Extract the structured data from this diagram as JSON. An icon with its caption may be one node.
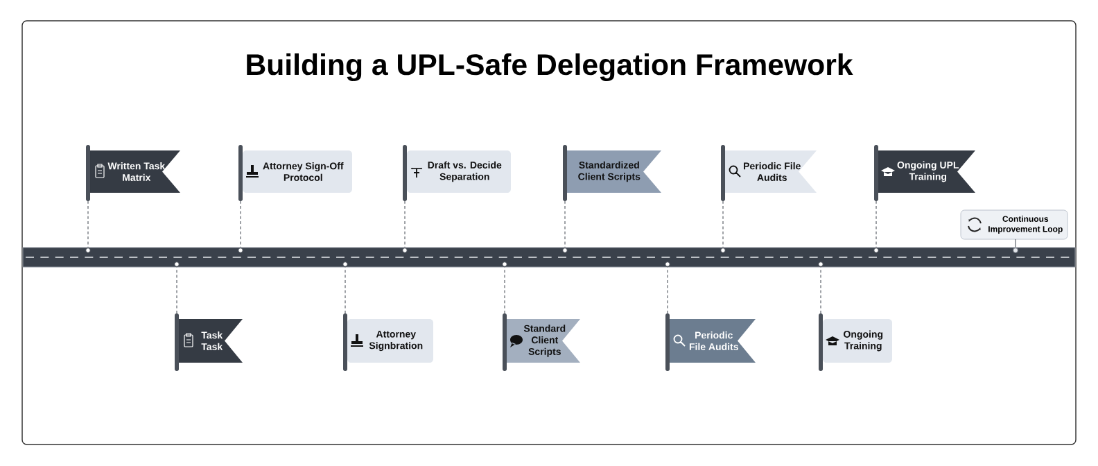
{
  "diagram": {
    "title": "Building a UPL-Safe Delegation Framework",
    "nodes": [
      {
        "text": [
          "Written Task Matrix"
        ]
      },
      {
        "text": [
          "Attorney Sign-Off Protocol"
        ]
      },
      {
        "text": [
          "Draft vs. Decide Separation"
        ]
      },
      {
        "text": [
          "Standardized Client Scripts"
        ]
      },
      {
        "text": [
          "Periodic File Audits"
        ]
      },
      {
        "text": [
          "Ongoing UPL Training"
        ]
      },
      {
        "text": [
          "Continuous Improvement Loop"
        ]
      },
      {
        "text": [],
        "shape": "bar"
      },
      {
        "text": [
          "Task Task"
        ]
      },
      {
        "text": [
          "Attorney Signbration"
        ]
      },
      {
        "text": [
          "Standard Client Scripts"
        ]
      },
      {
        "text": [
          "Periodic File Audits"
        ]
      },
      {
        "text": [
          "Ongoing Training"
        ]
      }
    ],
    "edges": [
      {
        "from": 0,
        "to": 7,
        "arrow": "none",
        "style": "dashed"
      },
      {
        "from": 1,
        "to": 7,
        "arrow": "none",
        "style": "dashed"
      },
      {
        "from": 2,
        "to": 7,
        "arrow": "none",
        "style": "dashed"
      },
      {
        "from": 3,
        "to": 7,
        "arrow": "none",
        "style": "dashed"
      },
      {
        "from": 4,
        "to": 7,
        "arrow": "none",
        "style": "dashed"
      },
      {
        "from": 5,
        "to": 7,
        "arrow": "none",
        "style": "dashed"
      },
      {
        "from": 6,
        "to": 7,
        "arrow": "none"
      },
      {
        "from": 8,
        "to": 7,
        "arrow": "none",
        "style": "dashed"
      },
      {
        "from": 9,
        "to": 7,
        "arrow": "none",
        "style": "dashed"
      },
      {
        "from": 10,
        "to": 7,
        "arrow": "none",
        "style": "dashed"
      },
      {
        "from": 11,
        "to": 7,
        "arrow": "none",
        "style": "dashed"
      },
      {
        "from": 12,
        "to": 7,
        "arrow": "none",
        "style": "dashed"
      }
    ]
  }
}
